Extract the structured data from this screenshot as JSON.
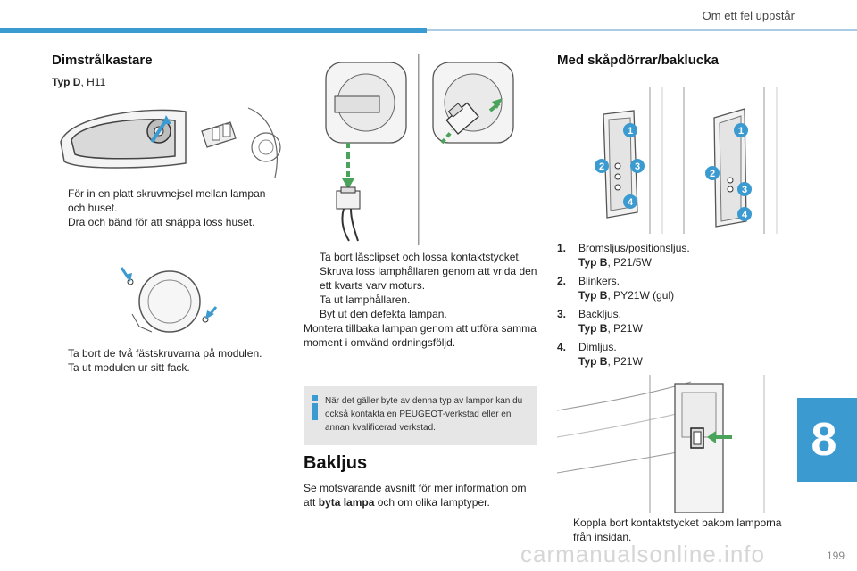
{
  "header": {
    "title": "Om ett fel uppstår"
  },
  "col1": {
    "title": "Dimstrålkastare",
    "type_label": "Typ D",
    "type_value": ", H11",
    "steps_a": [
      "För in en platt skruvmejsel mellan lampan och huset.",
      "Dra och bänd för att snäppa loss huset."
    ],
    "steps_b": [
      "Ta bort de två fästskruvarna på modulen.",
      "Ta ut modulen ur sitt fack."
    ]
  },
  "col2": {
    "steps": [
      "Ta bort låsclipset och lossa kontaktstycket.",
      "Skruva loss lamphållaren genom att vrida den ett kvarts varv moturs.",
      "Ta ut lamphållaren.",
      "Byt ut den defekta lampan."
    ],
    "reassemble": "Montera tillbaka lampan genom att utföra samma moment i omvänd ordningsföljd.",
    "info": "När det gäller byte av denna typ av lampor kan du också kontakta en PEUGEOT-verkstad eller en annan kvalificerad verkstad.",
    "bakljus_title": "Bakljus",
    "bakljus_text_pre": "Se motsvarande avsnitt för mer information om att ",
    "bakljus_text_bold": "byta lampa",
    "bakljus_text_post": " och om olika lamptyper."
  },
  "col3": {
    "title": "Med skåpdörrar/baklucka",
    "list": [
      {
        "num": "1.",
        "name": "Bromsljus/positionsljus.",
        "type_label": "Typ B",
        "type_value": ", P21/5W"
      },
      {
        "num": "2.",
        "name": "Blinkers.",
        "type_label": "Typ B",
        "type_value": ", PY21W (gul)"
      },
      {
        "num": "3.",
        "name": "Backljus.",
        "type_label": "Typ B",
        "type_value": ", P21W"
      },
      {
        "num": "4.",
        "name": "Dimljus.",
        "type_label": "Typ B",
        "type_value": ", P21W"
      }
    ],
    "badges": [
      "1",
      "2",
      "3",
      "4"
    ],
    "step_last": "Koppla bort kontaktstycket bakom lamporna från insidan."
  },
  "bullet_glyph": "",
  "chapter": "8",
  "page_number": "199",
  "watermark": "carmanualsonline.info",
  "colors": {
    "accent": "#3b9bd0",
    "badge": "#3b9bd0",
    "arrow": "#4aa35a"
  }
}
